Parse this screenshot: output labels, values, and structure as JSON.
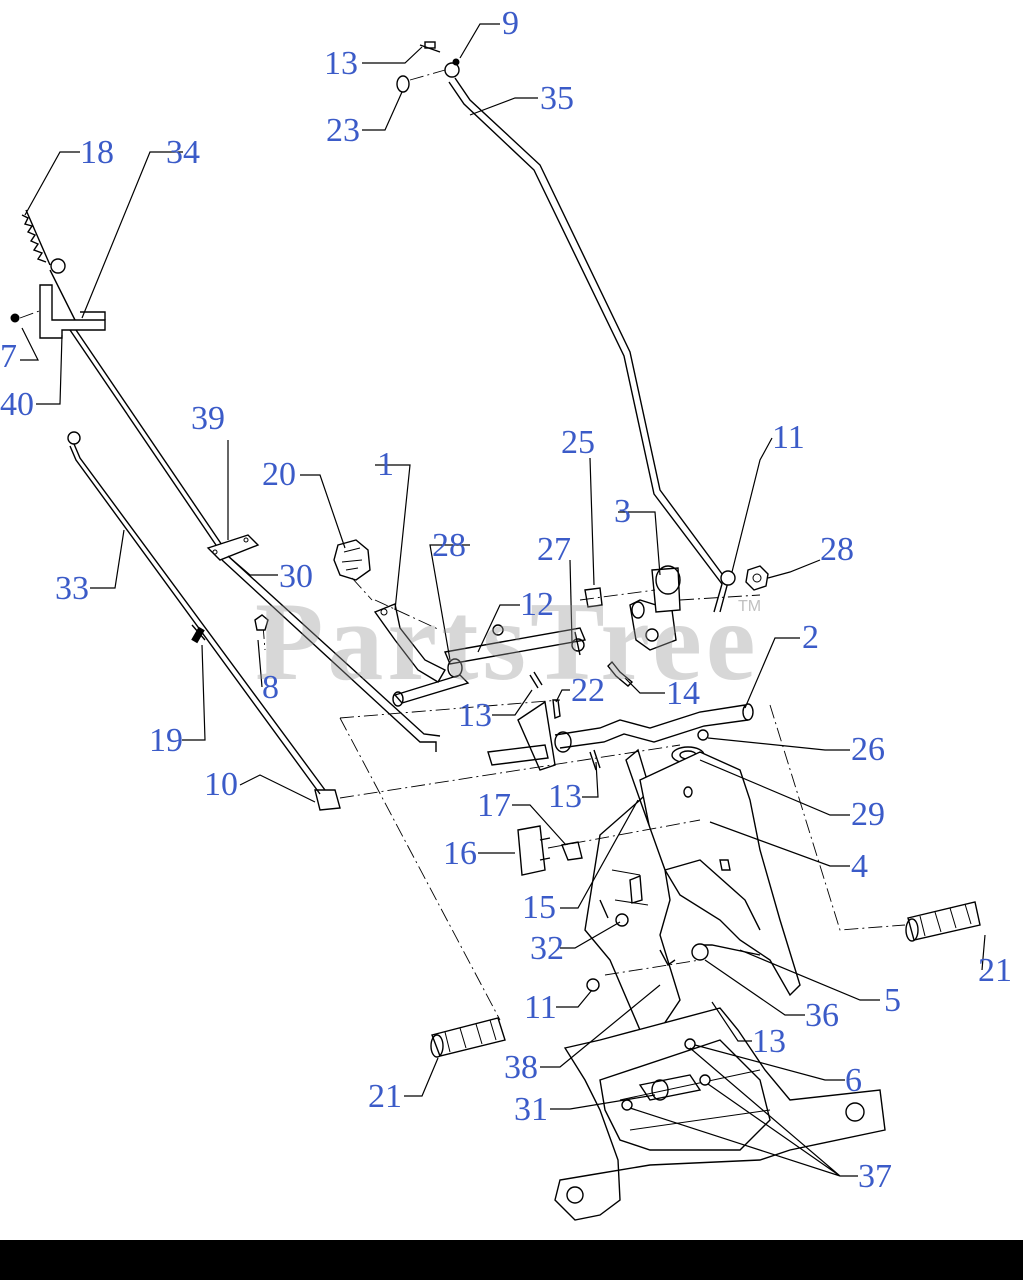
{
  "watermark": {
    "text": "PartsTree",
    "tm": "TM"
  },
  "callouts": [
    {
      "id": "c9",
      "label": "9"
    },
    {
      "id": "c13a",
      "label": "13"
    },
    {
      "id": "c35",
      "label": "35"
    },
    {
      "id": "c23",
      "label": "23"
    },
    {
      "id": "c18",
      "label": "18"
    },
    {
      "id": "c34",
      "label": "34"
    },
    {
      "id": "c7",
      "label": "7"
    },
    {
      "id": "c40",
      "label": "40"
    },
    {
      "id": "c39",
      "label": "39"
    },
    {
      "id": "c20",
      "label": "20"
    },
    {
      "id": "c1",
      "label": "1"
    },
    {
      "id": "c25",
      "label": "25"
    },
    {
      "id": "c11a",
      "label": "11"
    },
    {
      "id": "c3",
      "label": "3"
    },
    {
      "id": "c28a",
      "label": "28"
    },
    {
      "id": "c27",
      "label": "27"
    },
    {
      "id": "c28b",
      "label": "28"
    },
    {
      "id": "c30",
      "label": "30"
    },
    {
      "id": "c33",
      "label": "33"
    },
    {
      "id": "c12",
      "label": "12"
    },
    {
      "id": "c2",
      "label": "2"
    },
    {
      "id": "c8",
      "label": "8"
    },
    {
      "id": "c14",
      "label": "14"
    },
    {
      "id": "c22",
      "label": "22"
    },
    {
      "id": "c13b",
      "label": "13"
    },
    {
      "id": "c19",
      "label": "19"
    },
    {
      "id": "c26",
      "label": "26"
    },
    {
      "id": "c10",
      "label": "10"
    },
    {
      "id": "c13c",
      "label": "13"
    },
    {
      "id": "c29",
      "label": "29"
    },
    {
      "id": "c17",
      "label": "17"
    },
    {
      "id": "c16",
      "label": "16"
    },
    {
      "id": "c4",
      "label": "4"
    },
    {
      "id": "c15",
      "label": "15"
    },
    {
      "id": "c32",
      "label": "32"
    },
    {
      "id": "c21a",
      "label": "21"
    },
    {
      "id": "c5",
      "label": "5"
    },
    {
      "id": "c11b",
      "label": "11"
    },
    {
      "id": "c36",
      "label": "36"
    },
    {
      "id": "c13d",
      "label": "13"
    },
    {
      "id": "c38",
      "label": "38"
    },
    {
      "id": "c6",
      "label": "6"
    },
    {
      "id": "c21b",
      "label": "21"
    },
    {
      "id": "c31",
      "label": "31"
    },
    {
      "id": "c37",
      "label": "37"
    }
  ]
}
